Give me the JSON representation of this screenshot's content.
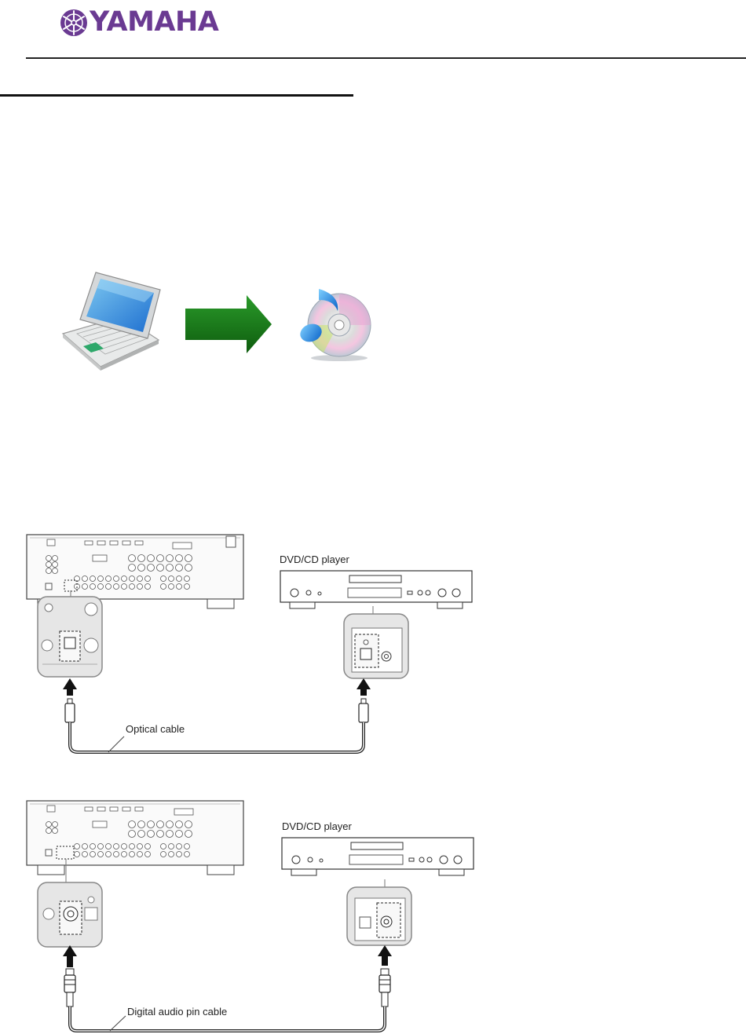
{
  "header": {
    "brand": "YAMAHA",
    "logo_icon": "yamaha-tuning-fork-emblem-icon",
    "brand_color": "#6a3a92"
  },
  "intro_figure": {
    "icons": [
      "laptop-icon",
      "green-arrow-right-icon",
      "music-cd-icon"
    ],
    "arrow_color": "#1a7a1a"
  },
  "diagram_optical": {
    "player_label": "DVD/CD player",
    "cable_label": "Optical cable"
  },
  "diagram_coaxial": {
    "player_label": "DVD/CD player",
    "cable_label": "Digital audio pin cable"
  }
}
